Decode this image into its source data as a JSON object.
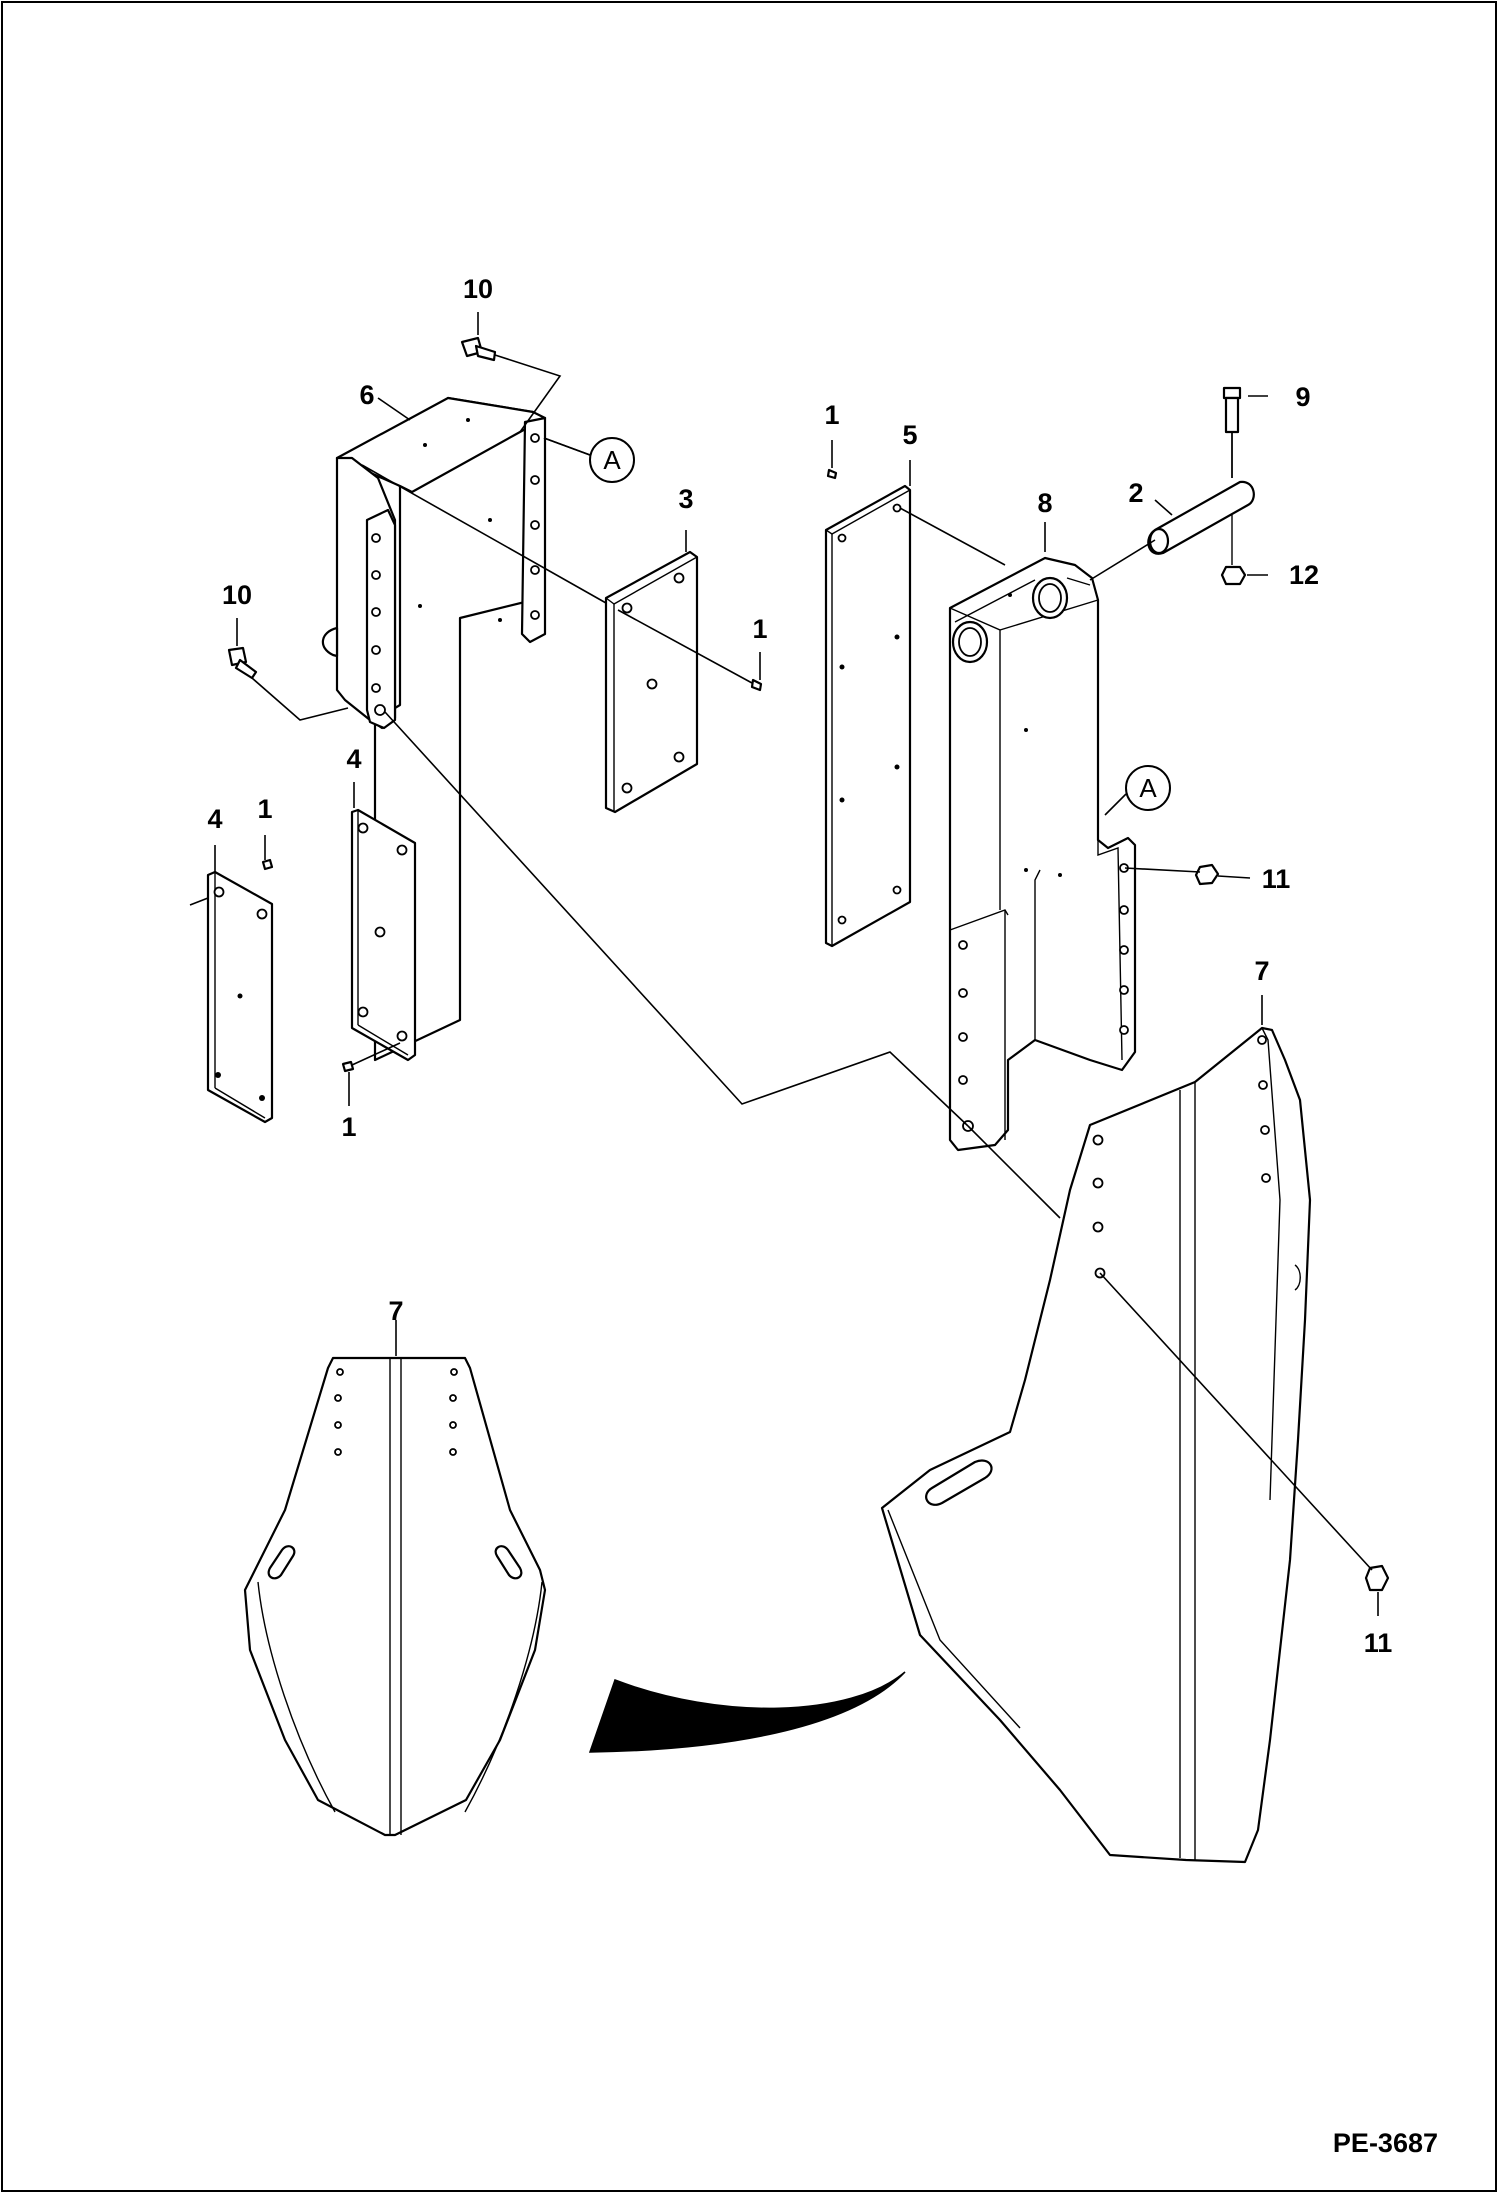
{
  "callouts": {
    "c10_top": "10",
    "c6": "6",
    "c3": "3",
    "c1_plate3": "1",
    "c10_left": "10",
    "c4_mid": "4",
    "c4_left": "4",
    "c1_left": "1",
    "c1_bottom": "1",
    "c1_plate5": "1",
    "c5": "5",
    "c8": "8",
    "c2": "2",
    "c9": "9",
    "c12": "12",
    "c11_upper": "11",
    "c7_right": "7",
    "c7_left": "7",
    "c11_lower": "11"
  },
  "reference_marks": {
    "a_upper": "A",
    "a_lower": "A"
  },
  "drawing_id": "PE-3687"
}
